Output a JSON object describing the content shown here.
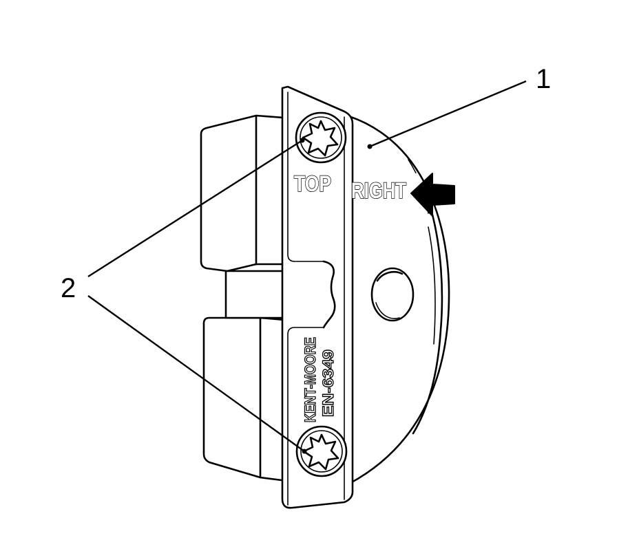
{
  "callouts": [
    {
      "number": "1"
    },
    {
      "number": "2"
    }
  ],
  "labels": {
    "top": "TOP",
    "right": "RIGHT",
    "brand": "KENT-MOORE",
    "part": "EN-6349"
  },
  "colors": {
    "ink": "#000000",
    "paper": "#ffffff"
  },
  "icons": {
    "fastener": "torx-screw-icon",
    "direction": "arrow-left-icon"
  }
}
